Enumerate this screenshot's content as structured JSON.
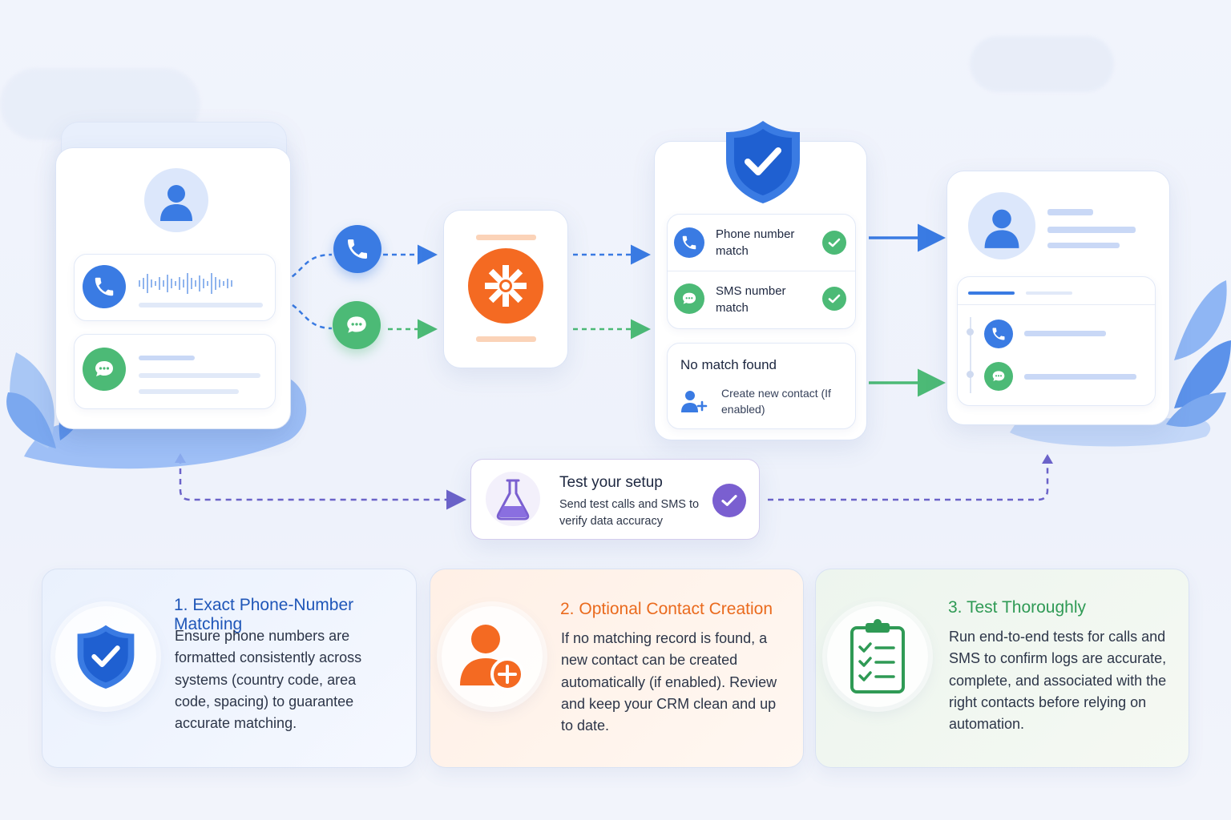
{
  "flow": {
    "checks": [
      {
        "label": "Phone number match"
      },
      {
        "label": "SMS number match"
      }
    ],
    "no_match": {
      "title": "No match found",
      "detail": "Create new contact (If enabled)"
    },
    "test": {
      "title": "Test your setup",
      "detail": "Send test calls and SMS to verify data accuracy"
    }
  },
  "tips": [
    {
      "number": "1.",
      "title": "Exact Phone-Number Matching",
      "body": "Ensure phone numbers are formatted consistently across systems (country code, area code, spacing) to guarantee accurate matching.",
      "accent": "#1f56b8"
    },
    {
      "number": "2.",
      "title": "Optional Contact Creation",
      "body": "If no matching record is found, a new contact can be created automatically (if enabled). Review and keep your CRM clean and up to date.",
      "accent": "#ea6a1d"
    },
    {
      "number": "3.",
      "title": "Test Thoroughly",
      "body": "Run end-to-end tests for calls and SMS to confirm logs are accurate, complete, and associated with the right contacts before relying on automation.",
      "accent": "#2f9a55"
    }
  ],
  "colors": {
    "blue": "#3a7be3",
    "green": "#4cba76",
    "orange": "#f46a22",
    "purple": "#7a5fd0"
  }
}
